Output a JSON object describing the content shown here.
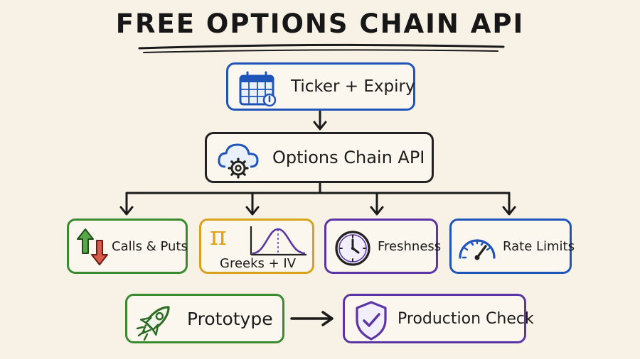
{
  "title": "FREE OPTIONS CHAIN API",
  "colors": {
    "blue": "#1f55b8",
    "black": "#222222",
    "green": "#3a8a2f",
    "gold": "#d8a21a",
    "purple": "#5b35a5",
    "pi_orange": "#e0a018",
    "arrow_up_green": "#58a84a",
    "arrow_down_red": "#d95a4a"
  },
  "nodes": {
    "input": {
      "label": "Ticker + Expiry",
      "icon": "calendar-icon"
    },
    "api": {
      "label": "Options Chain API",
      "icon": "cloud-gear-icon"
    },
    "calls_puts": {
      "label": "Calls & Puts",
      "icon": "up-down-arrows-icon"
    },
    "greeks": {
      "label": "Greeks + IV",
      "symbol": "π",
      "icon": "bell-curve-icon"
    },
    "freshness": {
      "label": "Freshness",
      "icon": "clock-icon"
    },
    "rate_limits": {
      "label": "Rate Limits",
      "icon": "speedometer-icon"
    },
    "prototype": {
      "label": "Prototype",
      "icon": "rocket-icon"
    },
    "production": {
      "label": "Production Check",
      "icon": "shield-check-icon"
    }
  }
}
